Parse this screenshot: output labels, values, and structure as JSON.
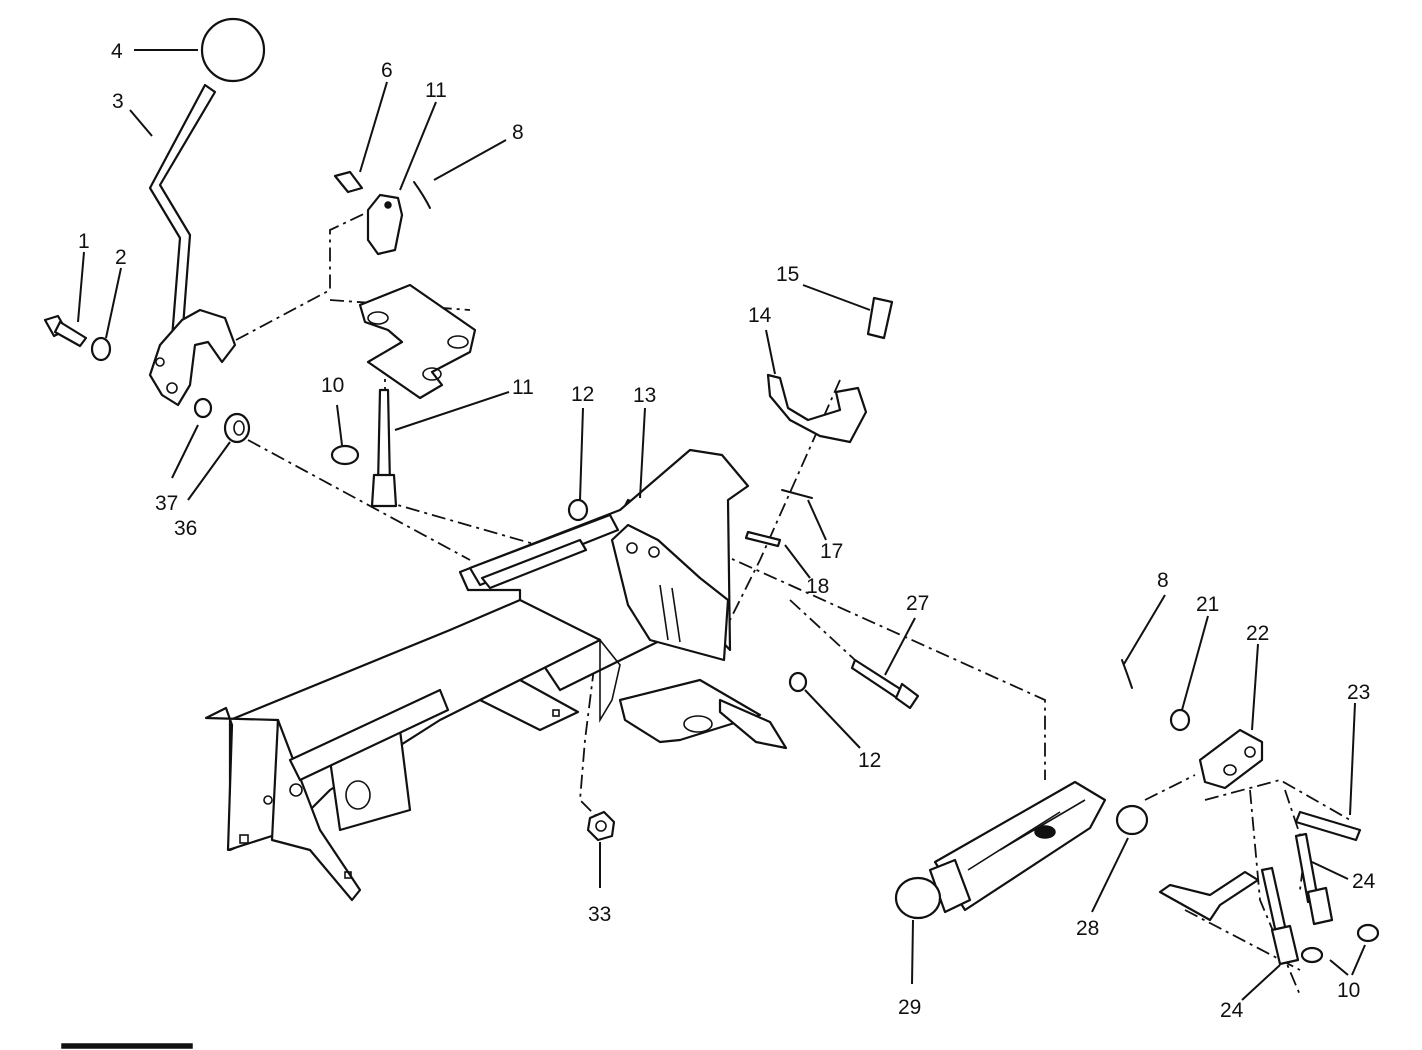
{
  "callouts": {
    "c1": "1",
    "c2": "2",
    "c3": "3",
    "c4": "4",
    "c6": "6",
    "c8a": "8",
    "c8b": "8",
    "c10a": "10",
    "c10b": "10",
    "c11a": "11",
    "c11b": "11",
    "c12a": "12",
    "c12b": "12",
    "c13": "13",
    "c14": "14",
    "c15": "15",
    "c17": "17",
    "c18": "18",
    "c21": "21",
    "c22": "22",
    "c23": "23",
    "c24a": "24",
    "c24b": "24",
    "c27": "27",
    "c28": "28",
    "c29": "29",
    "c33": "33",
    "c36": "36",
    "c37": "37"
  }
}
